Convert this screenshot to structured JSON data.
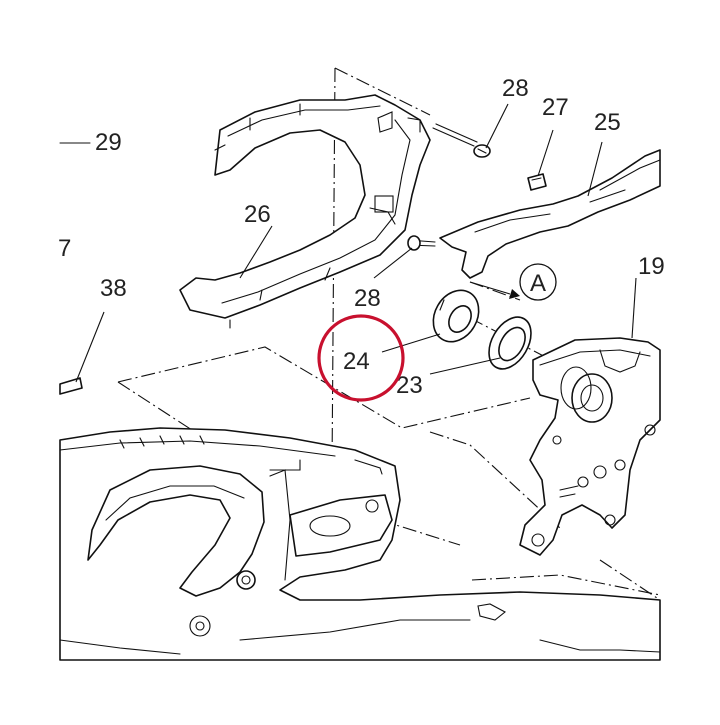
{
  "diagram": {
    "callouts": {
      "c29": "29",
      "c7": "7",
      "c38": "38",
      "c26": "26",
      "c28_top": "28",
      "c27": "27",
      "c25": "25",
      "c28_mid": "28",
      "c24": "24",
      "c23": "23",
      "c19": "19",
      "ref_a": "A"
    },
    "highlight": {
      "target": "24",
      "color": "#c8102e"
    }
  }
}
